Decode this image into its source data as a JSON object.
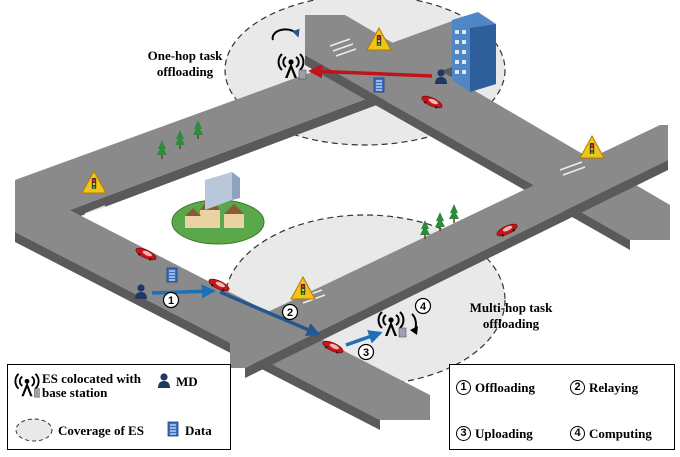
{
  "labels": {
    "one_hop": [
      "One-hop task",
      "offloading"
    ],
    "multi_hop": [
      "Multi-hop task",
      "offloading"
    ]
  },
  "step_markers": [
    "1",
    "2",
    "3",
    "4"
  ],
  "legend_left": {
    "es": [
      "ES colocated with",
      "base station"
    ],
    "md": "MD",
    "coverage": "Coverage of ES",
    "data": "Data"
  },
  "legend_right": {
    "offloading": "Offloading",
    "relaying": "Relaying",
    "uploading": "Uploading",
    "computing": "Computing"
  },
  "icons": [
    "base-station-icon",
    "mobile-device-icon",
    "data-icon",
    "car-icon",
    "traffic-light-icon",
    "building-icon",
    "tree-icon",
    "rotate-arrow-icon"
  ],
  "colors": {
    "road": "#8a8a8a",
    "road_side": "#5a5a5a",
    "coverage_fill": "#e9e9e9",
    "offload_arrow_red": "#c0141a",
    "offload_arrow_blue": "#1f6fb8",
    "relay_arrow": "#27578f",
    "car": "#c8141a",
    "md": "#1f3864",
    "data": "#3a6fc4",
    "warning": "#f2c318"
  }
}
